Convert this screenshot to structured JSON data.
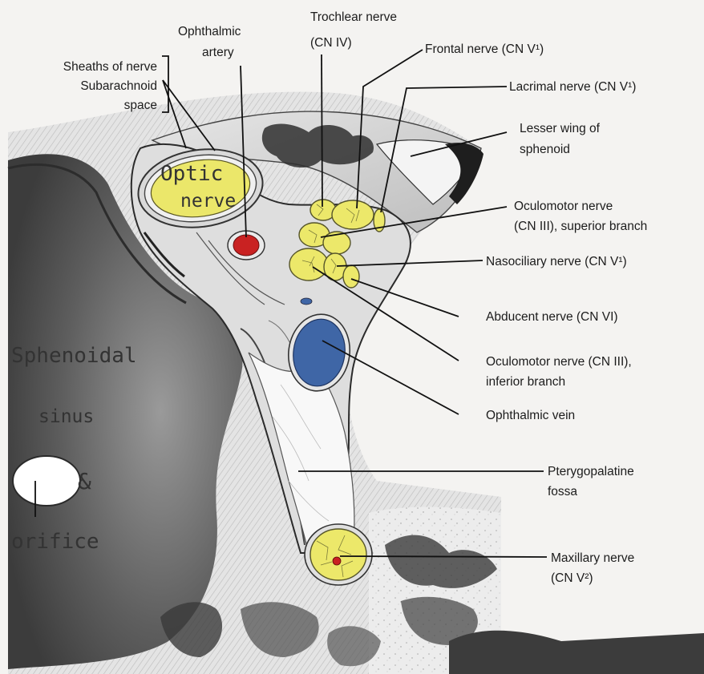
{
  "labels": {
    "sheaths_line1": "Sheaths of nerve",
    "sheaths_line2": "Subarachnoid",
    "sheaths_line3": "space",
    "ophthalmic_artery_line1": "Ophthalmic",
    "ophthalmic_artery_line2": "artery",
    "trochlear_line1": "Trochlear nerve",
    "trochlear_line2": "(CN IV)",
    "frontal": "Frontal nerve (CN V¹)",
    "lacrimal": "Lacrimal nerve (CN V¹)",
    "lesser_wing_line1": "Lesser wing of",
    "lesser_wing_line2": "sphenoid",
    "oculomotor_sup_line1": "Oculomotor nerve",
    "oculomotor_sup_line2": "(CN III), superior branch",
    "nasociliary": "Nasociliary nerve (CN V¹)",
    "abducent": "Abducent nerve (CN VI)",
    "oculomotor_inf_line1": "Oculomotor nerve (CN III),",
    "oculomotor_inf_line2": "inferior branch",
    "ophthalmic_vein": "Ophthalmic vein",
    "pterygopalatine_line1": "Pterygopalatine",
    "pterygopalatine_line2": "fossa",
    "maxillary_line1": "Maxillary nerve",
    "maxillary_line2": "(CN V²)"
  },
  "handwritten": {
    "optic_line1": "Optic",
    "optic_line2": "nerve",
    "sphenoidal": "Sphenoidal",
    "sinus": "sinus",
    "ampersand": "&",
    "orifice": "orifice"
  },
  "colors": {
    "nerve": "#ece86a",
    "artery": "#c92222",
    "vein": "#3f66a6",
    "bone": "#dcdcdc",
    "sinus": "#6e6e6e"
  }
}
